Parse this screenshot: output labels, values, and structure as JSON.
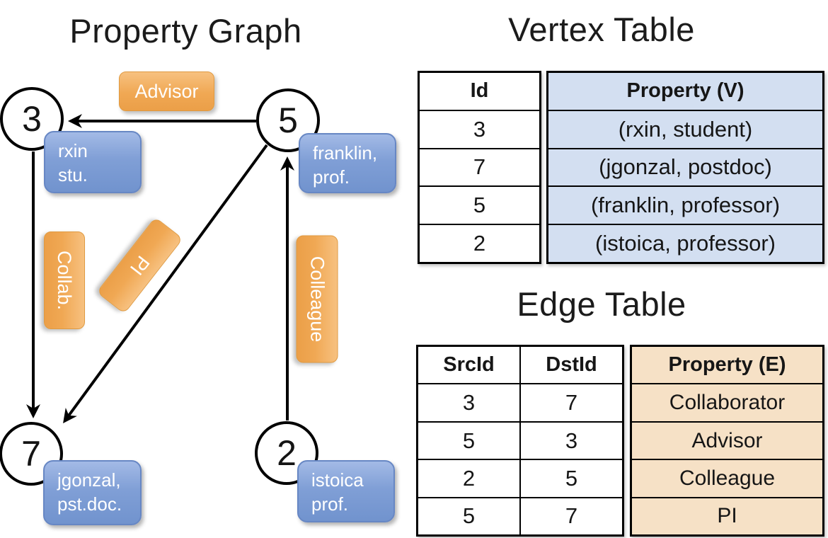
{
  "panel_graph": {
    "title": "Property Graph",
    "nodes": [
      {
        "id": "3"
      },
      {
        "id": "5"
      },
      {
        "id": "7"
      },
      {
        "id": "2"
      }
    ],
    "property_boxes": [
      {
        "line1": "rxin",
        "line2": "stu."
      },
      {
        "line1": "franklin,",
        "line2": "prof."
      },
      {
        "line1": "jgonzal,",
        "line2": "pst.doc."
      },
      {
        "line1": "istoica",
        "line2": "prof."
      }
    ],
    "edge_labels": [
      {
        "text": "Advisor"
      },
      {
        "text": "Collab."
      },
      {
        "text": "PI"
      },
      {
        "text": "Colleague"
      }
    ],
    "edges": [
      {
        "from": "5",
        "to": "3",
        "label": "Advisor"
      },
      {
        "from": "3",
        "to": "7",
        "label": "Collab."
      },
      {
        "from": "5",
        "to": "7",
        "label": "PI"
      },
      {
        "from": "2",
        "to": "5",
        "label": "Colleague"
      }
    ]
  },
  "vertex_table": {
    "title": "Vertex Table",
    "col_id": "Id",
    "col_property": "Property (V)",
    "rows": [
      {
        "id": "3",
        "property": "(rxin, student)"
      },
      {
        "id": "7",
        "property": "(jgonzal, postdoc)"
      },
      {
        "id": "5",
        "property": "(franklin, professor)"
      },
      {
        "id": "2",
        "property": "(istoica, professor)"
      }
    ]
  },
  "edge_table": {
    "title": "Edge Table",
    "col_src": "SrcId",
    "col_dst": "DstId",
    "col_property": "Property (E)",
    "rows": [
      {
        "src": "3",
        "dst": "7",
        "property": "Collaborator"
      },
      {
        "src": "5",
        "dst": "3",
        "property": "Advisor"
      },
      {
        "src": "2",
        "dst": "5",
        "property": "Colleague"
      },
      {
        "src": "5",
        "dst": "7",
        "property": "PI"
      }
    ]
  },
  "colors": {
    "edge_label_orange": "#f0a854",
    "property_box_blue": "#809fd6",
    "vertex_cell_blue": "#d3dff1",
    "edge_cell_tan": "#f6e1c6",
    "line_black": "#000000"
  }
}
